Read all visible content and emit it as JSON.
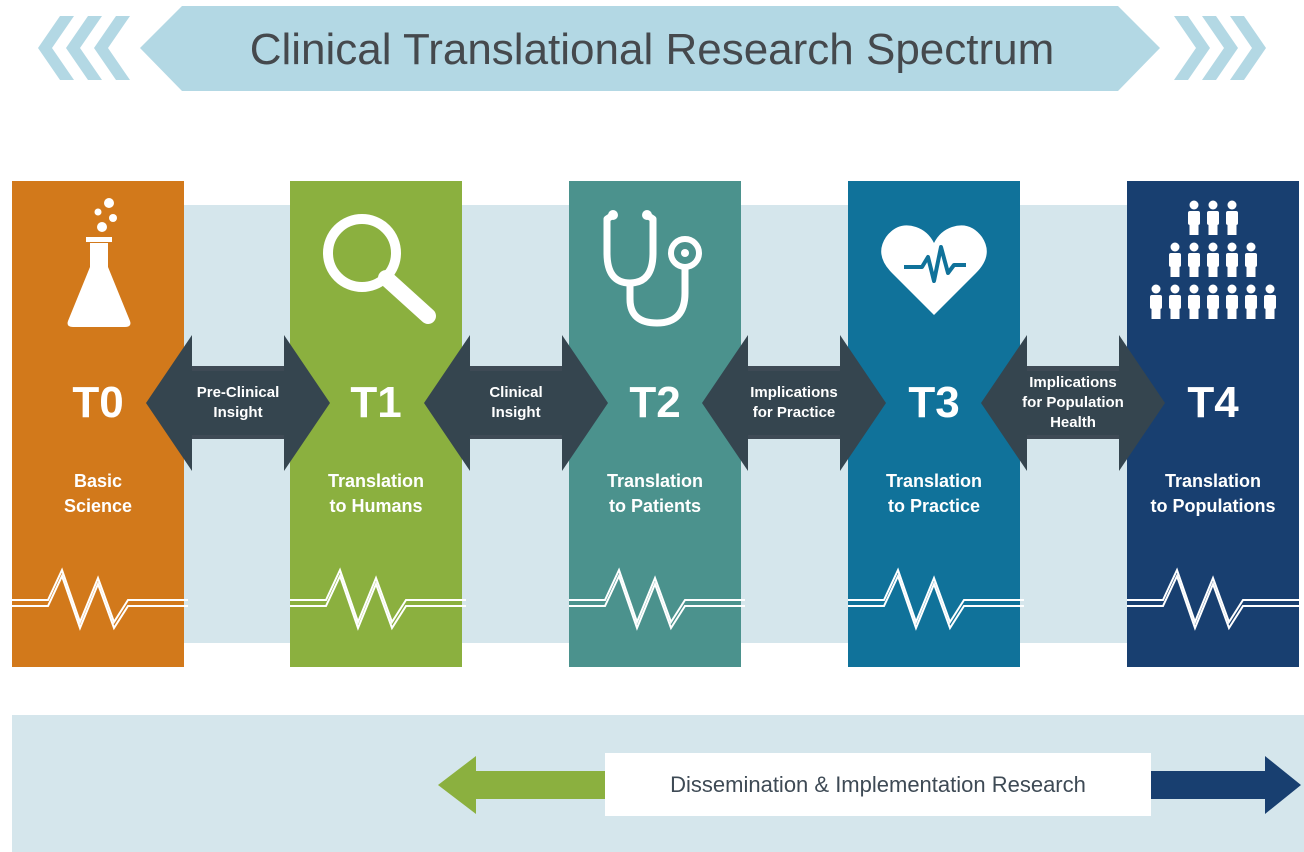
{
  "title": "Clinical Translational Research Spectrum",
  "colors": {
    "banner": "#b3d8e4",
    "band": "#d5e6ec",
    "strip": "#3e4a55",
    "connector": "#35454f",
    "t0": "#d2791b",
    "t1": "#8bb03f",
    "t2": "#4b928d",
    "t3": "#10729a",
    "t4": "#183f70",
    "arrow_left": "#8bb03f",
    "arrow_right": "#183f70"
  },
  "phases": [
    {
      "code": "T0",
      "label_line1": "Basic",
      "label_line2": "Science",
      "icon": "flask-icon"
    },
    {
      "code": "T1",
      "label_line1": "Translation",
      "label_line2": "to Humans",
      "icon": "magnifier-icon"
    },
    {
      "code": "T2",
      "label_line1": "Translation",
      "label_line2": "to Patients",
      "icon": "stethoscope-icon"
    },
    {
      "code": "T3",
      "label_line1": "Translation",
      "label_line2": "to Practice",
      "icon": "heart-pulse-icon"
    },
    {
      "code": "T4",
      "label_line1": "Translation",
      "label_line2": "to Populations",
      "icon": "people-icon"
    }
  ],
  "connectors": [
    {
      "line1": "Pre-Clinical",
      "line2": "Insight",
      "line3": ""
    },
    {
      "line1": "Clinical",
      "line2": "Insight",
      "line3": ""
    },
    {
      "line1": "Implications",
      "line2": "for Practice",
      "line3": ""
    },
    {
      "line1": "Implications",
      "line2": "for Population",
      "line3": "Health"
    }
  ],
  "dissemination": "Dissemination & Implementation Research"
}
